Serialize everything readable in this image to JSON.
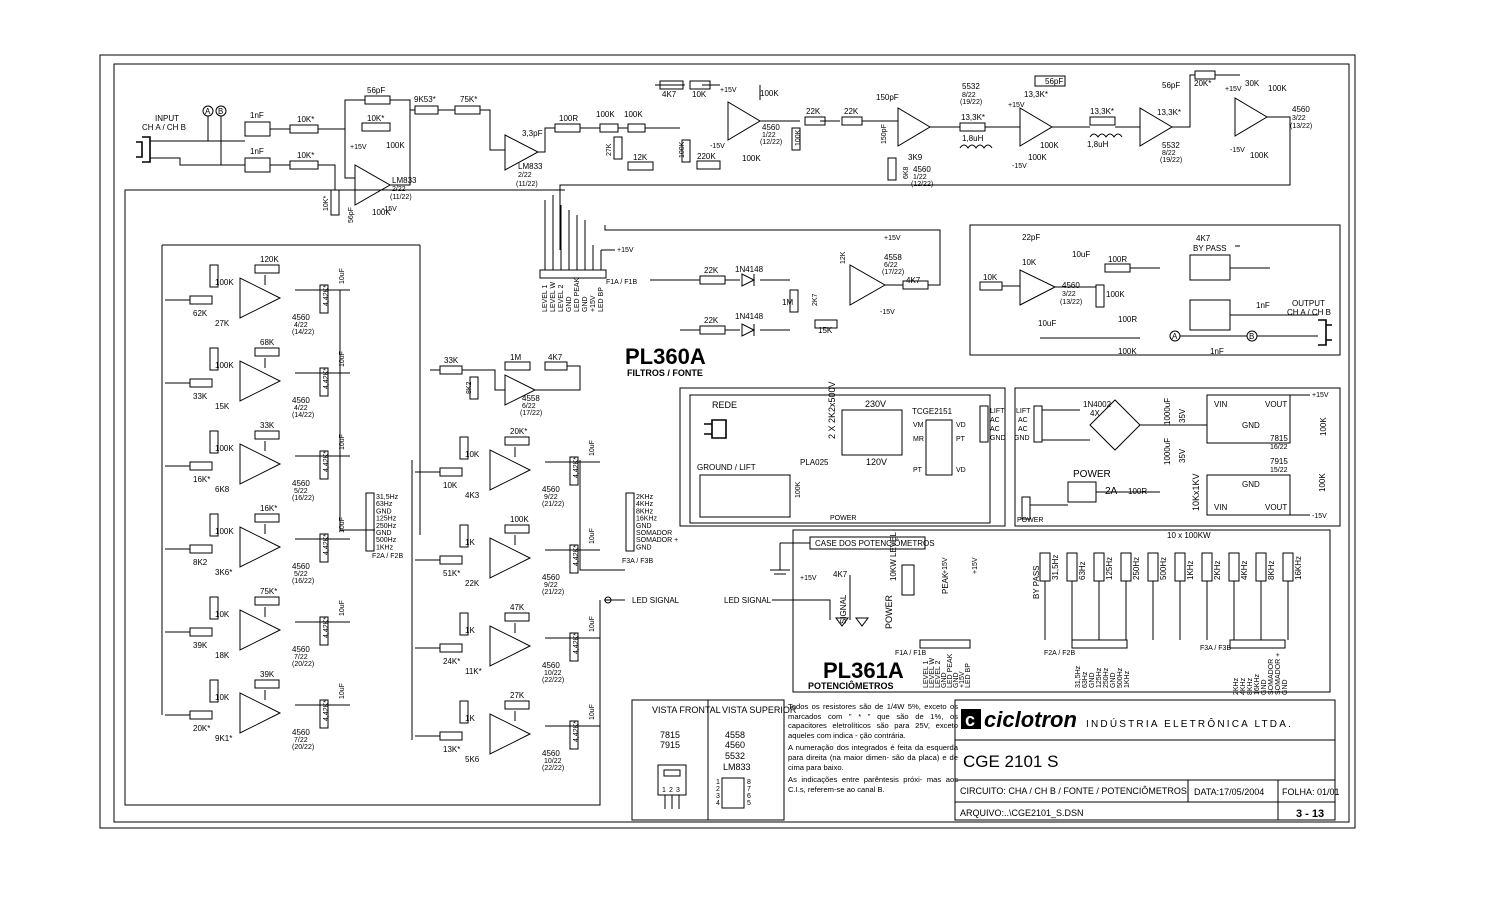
{
  "input": {
    "label_1": "INPUT",
    "label_2": "CH A / CH B"
  },
  "nodes": {
    "a": "A",
    "b": "B"
  },
  "boards": {
    "pl360a_title": "PL360A",
    "pl360a_sub": "FILTROS / FONTE",
    "pl361a_title": "PL361A",
    "pl361a_sub": "POTENCIÔMETROS"
  },
  "supply_labels": {
    "pos": "+15V",
    "neg": "-15V"
  },
  "input_stage": {
    "cap_a": "1nF",
    "cap_b": "1nF",
    "r_a": "10K*",
    "r_b": "10K*",
    "cap_fb": "56pF",
    "r_fb": "10K*",
    "r_p1": "100K",
    "r_p2": "100K",
    "r_gnd": "10K*",
    "cap_gnd": "56pF",
    "ic": "LM833",
    "ic_pos": "2/22",
    "ic_ch": "(11/22)"
  },
  "top_chain": {
    "r1": "9K53*",
    "r2": "75K*",
    "cap": "3,3pF",
    "ic": "LM833",
    "ic_pos": "2/22",
    "ic_ch": "(11/22)",
    "r3": "100R",
    "r4": "100K",
    "r5": "100K",
    "r6": "27K",
    "r7": "12K",
    "r8": "4K7",
    "r9": "10K",
    "r10": "100K",
    "r11": "100K",
    "r12": "220K",
    "r13": "100K",
    "r14": "100K",
    "ic2": "4560",
    "ic2_pos": "1/22",
    "ic2_ch": "(12/22)",
    "r15": "22K",
    "r16": "22K",
    "c1": "150pF",
    "c2": "150pF",
    "r17": "3K9",
    "r18": "6K8",
    "ic3": "4560",
    "ic3_pos": "1/22",
    "ic3_ch": "(12/22)"
  },
  "top_right": {
    "ic1": "5532",
    "ic1_pos": "8/22",
    "ic1_ch": "(19/22)",
    "r1": "13,3K*",
    "l1": "1,8uH",
    "c1": "56pF",
    "r2": "13,3K*",
    "r3": "100K",
    "r4": "100K",
    "r5": "13,3K*",
    "l2": "1,8uH",
    "c2": "56pF",
    "r6": "13,3K*",
    "ic2": "5532",
    "ic2_pos": "8/22",
    "ic2_ch": "(19/22)",
    "r7": "20K*",
    "r8": "30K",
    "r9": "100K",
    "r10": "100K",
    "ic3": "4560",
    "ic3_pos": "3/22",
    "ic3_ch": "(13/22)"
  },
  "connector_f1": {
    "name": "F1A / F1B",
    "pins": [
      "LEVEL 1",
      "LEVEL W",
      "LEVEL 2",
      "GND",
      "LED PEAK",
      "GND",
      "+15V",
      "LED BP"
    ]
  },
  "peak_detector": {
    "r1": "22K",
    "d1": "1N4148",
    "r2": "22K",
    "d2": "1N4148",
    "r3": "1M",
    "r4": "2K7",
    "r5": "15K",
    "r6": "12K",
    "r7": "4K7",
    "ic": "4558",
    "ic_pos": "6/22",
    "ic_ch": "(17/22)"
  },
  "output_stage": {
    "c1": "22pF",
    "r1": "10K",
    "r2": "10K",
    "c2": "10uF",
    "r3": "100R",
    "r4": "100K",
    "r5": "100R",
    "r6": "100K",
    "c3": "10uF",
    "ic": "4560",
    "ic_pos": "3/22",
    "ic_ch": "(13/22)",
    "bypass_r": "4K7",
    "bypass_label": "BY PASS",
    "cap_out": "1nF",
    "cap_out2": "1nF",
    "out_label_1": "OUTPUT",
    "out_label_2": "CH A / CH B"
  },
  "filters_left": [
    {
      "r_in": "62K",
      "r_g": "100K",
      "r_fb": "120K",
      "r_p": "27K",
      "r_out": "4,42K*",
      "cap": "10uF",
      "ic": "4560",
      "ic_pos": "4/22",
      "ic_ch": "(14/22)"
    },
    {
      "r_in": "33K",
      "r_g": "100K",
      "r_fb": "68K",
      "r_p": "15K",
      "r_out": "4,42K*",
      "cap": "10uF",
      "ic": "4560",
      "ic_pos": "4/22",
      "ic_ch": "(14/22)"
    },
    {
      "r_in": "16K*",
      "r_g": "100K",
      "r_fb": "33K",
      "r_p": "6K8",
      "r_out": "4,42K*",
      "cap": "10uF",
      "ic": "4560",
      "ic_pos": "5/22",
      "ic_ch": "(16/22)"
    },
    {
      "r_in": "8K2",
      "r_g": "100K",
      "r_fb": "16K*",
      "r_p": "3K6*",
      "r_out": "4,42K*",
      "cap": "10uF",
      "ic": "4560",
      "ic_pos": "5/22",
      "ic_ch": "(16/22)"
    },
    {
      "r_in": "39K",
      "r_g": "10K",
      "r_fb": "75K*",
      "r_p": "18K",
      "r_out": "4,42K*",
      "cap": "10uF",
      "ic": "4560",
      "ic_pos": "7/22",
      "ic_ch": "(20/22)"
    },
    {
      "r_in": "20K*",
      "r_g": "10K",
      "r_fb": "39K",
      "r_p": "9K1*",
      "r_out": "4,42K*",
      "cap": "10uF",
      "ic": "4560",
      "ic_pos": "7/22",
      "ic_ch": "(20/22)"
    }
  ],
  "filters_right": [
    {
      "r_in": "10K",
      "r_g": "10K",
      "r_fb": "20K*",
      "r_p": "4K3",
      "r_out": "4,42K*",
      "cap": "10uF",
      "ic": "4560",
      "ic_pos": "9/22",
      "ic_ch": "(21/22)"
    },
    {
      "r_in": "51K*",
      "r_g": "1K",
      "r_fb": "100K",
      "r_p": "22K",
      "r_out": "4,42K*",
      "cap": "10uF",
      "ic": "4560",
      "ic_pos": "9/22",
      "ic_ch": "(21/22)"
    },
    {
      "r_in": "24K*",
      "r_g": "1K",
      "r_fb": "47K",
      "r_p": "11K*",
      "r_out": "4,42K*",
      "cap": "10uF",
      "ic": "4560",
      "ic_pos": "10/22",
      "ic_ch": "(22/22)"
    },
    {
      "r_in": "13K*",
      "r_g": "1K",
      "r_fb": "27K",
      "r_p": "5K6",
      "r_out": "4,42K*",
      "cap": "10uF",
      "ic": "4560",
      "ic_pos": "10/22",
      "ic_ch": "(22/22)"
    }
  ],
  "mid_filter": {
    "r_in": "33K",
    "r_fb": "1M",
    "r_out": "4K7",
    "r_g": "8K2",
    "ic": "4558",
    "ic_pos": "6/22",
    "ic_ch": "(17/22)"
  },
  "connector_f2": {
    "name": "F2A / F2B",
    "pins": [
      "31,5Hz",
      "63Hz",
      "GND",
      "125Hz",
      "250Hz",
      "GND",
      "500Hz",
      "1KHz"
    ]
  },
  "connector_f3": {
    "name": "F3A / F3B",
    "pins": [
      "2KHz",
      "4KHz",
      "8KHz",
      "16KHz",
      "GND",
      "SOMADOR",
      "SOMADOR +",
      "GND"
    ]
  },
  "led_signal": "LED SIGNAL",
  "power_supply": {
    "rede": "REDE",
    "cap": "2 X 2K2x500V",
    "v230": "230V",
    "v120": "120V",
    "switch": "PLA025",
    "ground_lift": "GROUND / LIFT",
    "transformer": "TCGE2151",
    "tr_pins": [
      "VM",
      "MR",
      "PT",
      "VD",
      "PT",
      "VD"
    ],
    "sec_pins": [
      "LIFT",
      "AC",
      "AC",
      "GND"
    ],
    "led_r": "100K",
    "power_label": "POWER",
    "bridge": "1N4002",
    "bridge_n": "4X",
    "cap1": "1000uF",
    "cap1_v": "35V",
    "cap2": "1000uF",
    "cap2_v": "35V",
    "reg1": "7815",
    "reg1_pos": "16/22",
    "reg2": "7915",
    "reg2_pos": "15/22",
    "vin": "VIN",
    "vout": "VOUT",
    "gnd": "GND",
    "c_out1": "100K",
    "c_out2": "100K",
    "switch_label": "POWER",
    "fuse": "2A",
    "fuse_r": "100R",
    "snubber": "10Kx1KV"
  },
  "pot_board": {
    "case": "CASE DOS POTENCIÔMETROS",
    "led_r": "4K7",
    "led1": "SIGNAL",
    "led2": "POWER",
    "level_pot": "10KW LEVEL",
    "peak_led": "PEAK",
    "bypass_led": "BY PASS",
    "pot_group": "10 x 100KW",
    "bands": [
      "31,5Hz",
      "63Hz",
      "125Hz",
      "250Hz",
      "500Hz",
      "1KHz",
      "2KHz",
      "4KHz",
      "8KHz",
      "16KHz"
    ]
  },
  "pinout": {
    "front": "VISTA FRONTAL",
    "top": "VISTA SUPERIOR",
    "front_parts": [
      "7815",
      "7915"
    ],
    "top_parts": [
      "4558",
      "4560",
      "5532",
      "LM833"
    ],
    "pins_front": [
      "1",
      "2",
      "3"
    ],
    "pins_top": [
      "1",
      "2",
      "3",
      "4",
      "5",
      "6",
      "7",
      "8"
    ]
  },
  "notes": [
    "Todos os resistores são de 1/4W 5%, exceto os marcados com \" * \" que são de 1%, os capacitores eletrolíticos são para 25V, exceto aqueles com indica - ção contrária.",
    "A numeração dos integrados é feita da esquerda para direita (na maior dimen- são da placa) e de cima para baixo.",
    "As indicações entre parêntesis próxi- mas aos C.I.s, referem-se ao canal B."
  ],
  "title_block": {
    "brand": "ciclotron",
    "company": "INDÚSTRIA ELETRÔNICA LTDA.",
    "model": "CGE 2101 S",
    "circuit": "CIRCUITO: CHA / CH B / FONTE / POTENCIÔMETROS",
    "date": "DATA:17/05/2004",
    "sheet": "FOLHA: 01/01",
    "file": "ARQUIVO:..\\CGE2101_S.DSN",
    "page": "3 - 13"
  }
}
